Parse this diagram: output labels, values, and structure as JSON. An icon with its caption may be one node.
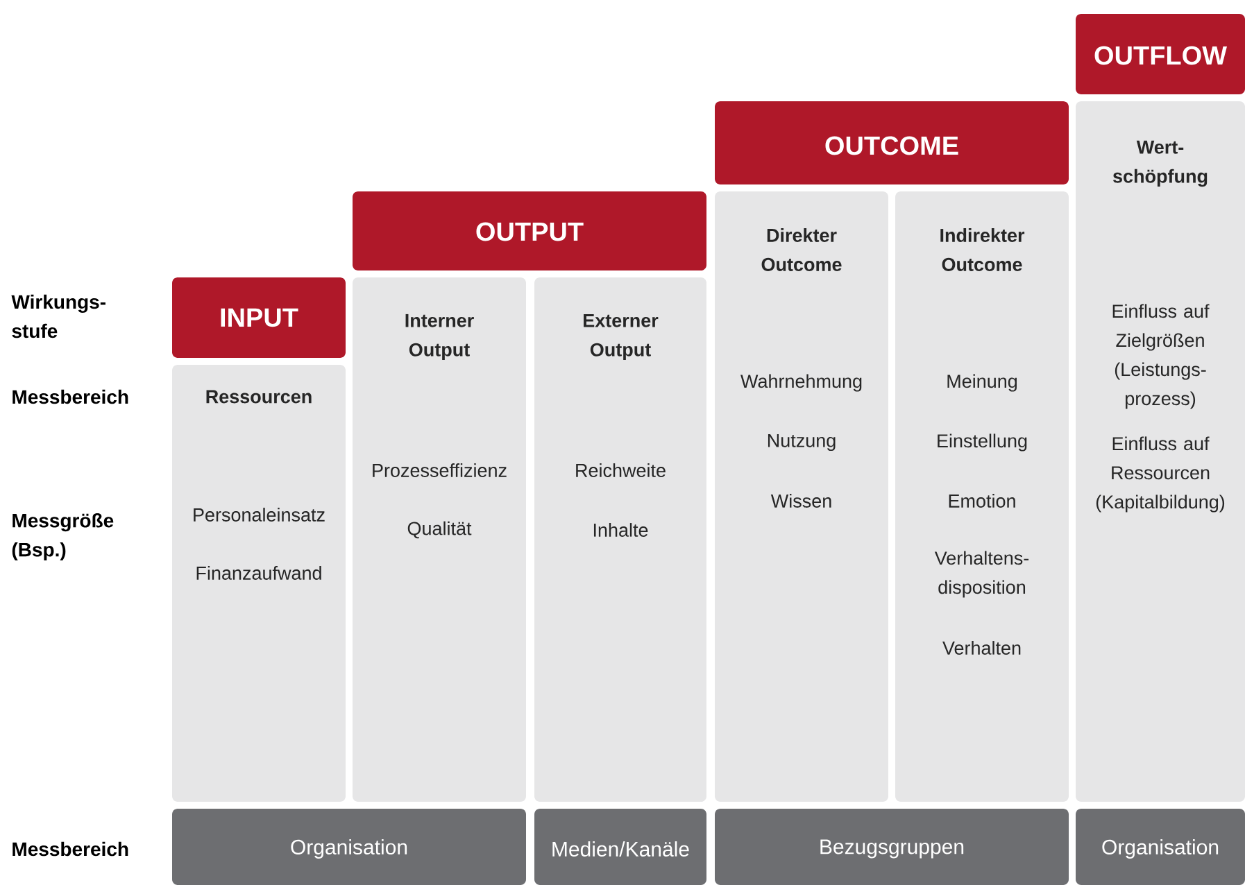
{
  "diagram": {
    "nodes": [
      {
        "text": [
          "INPUT"
        ]
      },
      {
        "text": [
          "Ressourcen",
          "Personaleinsatz",
          "Finanzaufwand"
        ]
      },
      {
        "text": [
          "OUTPUT"
        ]
      },
      {
        "text": [
          "Interner Output",
          "Prozesseffizienz",
          "Qualität"
        ]
      },
      {
        "text": [
          "Externer Output",
          "Reichweite",
          "Inhalte"
        ]
      },
      {
        "text": [
          "OUTCOME"
        ]
      },
      {
        "text": [
          "Direkter Outcome",
          "Wahrnehmung",
          "Nutzung",
          "Wissen"
        ]
      },
      {
        "text": [
          "Indirekter Outcome",
          "Meinung",
          "Einstellung",
          "Emotion",
          "Verhaltens- disposition",
          "Verhalten"
        ]
      },
      {
        "text": [
          "OUTFLOW"
        ]
      },
      {
        "text": [
          "Wert- schöpfung",
          "Einfluss auf Zielgrößen (Leistungs- prozess)",
          "Einfluss auf Ressourcen (Kapitalbildung)"
        ]
      },
      {
        "text": [
          "Organisation"
        ]
      },
      {
        "text": [
          "Medien/Kanäle"
        ]
      },
      {
        "text": [
          "Bezugsgruppen"
        ]
      },
      {
        "text": [
          "Organisation"
        ]
      }
    ],
    "labels": [
      "Wirkungs- stufe",
      "Messbereich",
      "Messgröße (Bsp.)",
      "Messbereich"
    ]
  }
}
